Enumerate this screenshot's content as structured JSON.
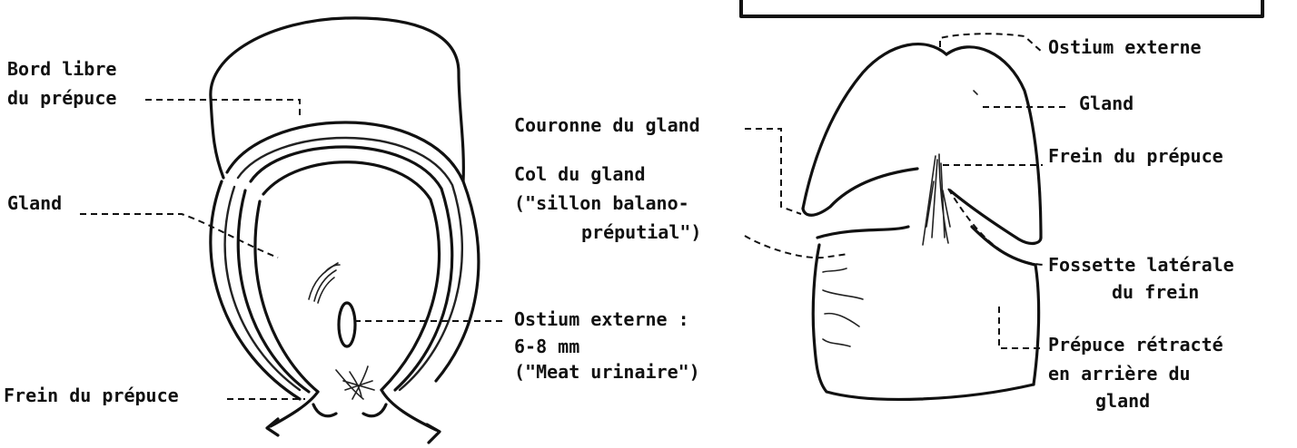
{
  "left_figure": {
    "labels": {
      "bord_libre": [
        "Bord libre",
        "du prépuce"
      ],
      "gland": "Gland",
      "frein": "Frein du prépuce",
      "ostium": [
        "Ostium externe :",
        "6-8 mm",
        "(\"Meat urinaire\")"
      ]
    }
  },
  "right_figure": {
    "labels": {
      "ostium": "Ostium externe",
      "gland": "Gland",
      "couronne": "Couronne du gland",
      "frein": "Frein du prépuce",
      "col": [
        "Col du gland",
        "(\"sillon balano-",
        "préputial\")"
      ],
      "fossette": [
        "Fossette latérale",
        "du frein"
      ],
      "prepuce_retracte": [
        "Prépuce rétracté",
        "en arrière du",
        "gland"
      ]
    }
  }
}
